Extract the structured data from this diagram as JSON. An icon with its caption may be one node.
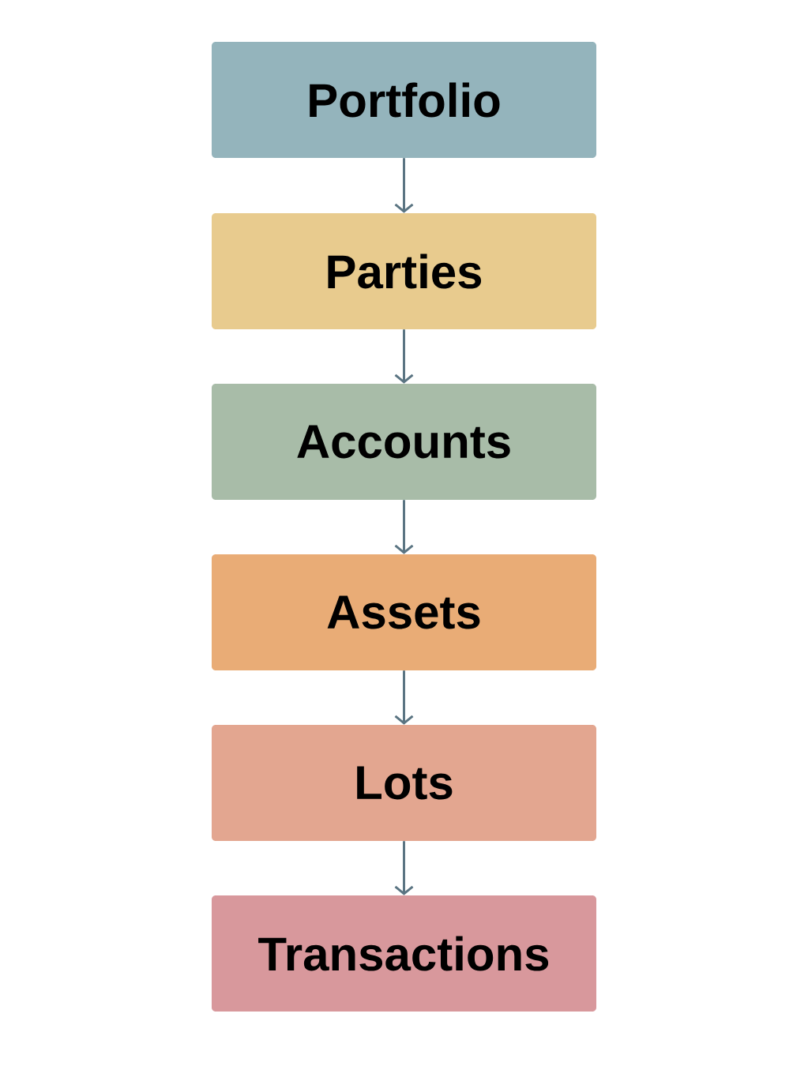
{
  "diagram": {
    "nodes": [
      {
        "text": [
          "Portfolio"
        ]
      },
      {
        "text": [
          "Parties"
        ]
      },
      {
        "text": [
          "Accounts"
        ]
      },
      {
        "text": [
          "Assets"
        ]
      },
      {
        "text": [
          "Lots"
        ]
      },
      {
        "text": [
          "Transactions"
        ]
      }
    ],
    "edges": [
      {
        "from": 0,
        "to": 1,
        "arrow": "to"
      },
      {
        "from": 1,
        "to": 2,
        "arrow": "to"
      },
      {
        "from": 2,
        "to": 3,
        "arrow": "to"
      },
      {
        "from": 3,
        "to": 4,
        "arrow": "to"
      },
      {
        "from": 4,
        "to": 5,
        "arrow": "to"
      }
    ]
  }
}
